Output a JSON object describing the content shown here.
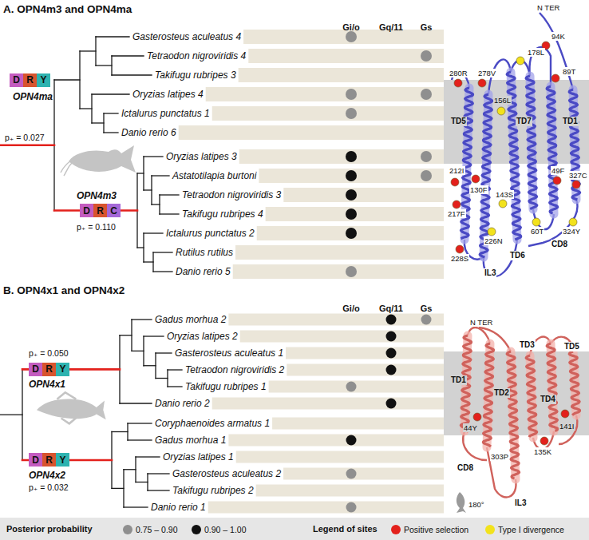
{
  "diagram": {
    "nodes": [
      {
        "text": [
          "D"
        ]
      },
      {
        "text": [
          "R"
        ]
      },
      {
        "text": [
          "Y"
        ]
      },
      {
        "text": [
          "D"
        ]
      },
      {
        "text": [
          "R"
        ]
      },
      {
        "text": [
          "C"
        ]
      },
      {
        "text": [
          "D"
        ]
      },
      {
        "text": [
          "R"
        ]
      },
      {
        "text": [
          "Y"
        ]
      },
      {
        "text": [
          "D"
        ]
      },
      {
        "text": [
          "R"
        ]
      },
      {
        "text": [
          "Y"
        ]
      }
    ],
    "labels": [
      "A. OPN4m3 and OPN4ma",
      "Gi/o",
      "Gq/11",
      "Gs",
      "p₊ = 0.027",
      "OPN4ma",
      "OPN4m3",
      "p₊ = 0.110",
      "Gasterosteus aculeatus 4",
      "Tetraodon nigroviridis 4",
      "Takifugu rubripes 3",
      "Oryzias latipes 4",
      "Ictalurus punctatus 1",
      "Danio rerio 6",
      "Oryzias latipes 3",
      "Astatotilapia burtoni",
      "Tetraodon nigroviridis 3",
      "Takifugu rubripes 4",
      "Ictalurus punctatus 2",
      "Rutilus rutilus",
      "Danio rerio 5",
      "N TER",
      "94K",
      "178L",
      "89T",
      "280R",
      "278V",
      "TD5",
      "156L",
      "TD7",
      "TD1",
      "212I",
      "130F",
      "49F",
      "327C",
      "143S",
      "217F",
      "60T",
      "324Y",
      "CD8",
      "226N",
      "TD6",
      "228S",
      "IL3",
      "B. OPN4x1 and OPN4x2",
      "Gi/o",
      "Gq/11",
      "Gs",
      "p₊ = 0.050",
      "OPN4x1",
      "OPN4x2",
      "p₊ = 0.032",
      "Gadus morhua 2",
      "Oryzias latipes 2",
      "Gasterosteus aculeatus 1",
      "Tetraodon nigroviridis 2",
      "Takifugu rubripes 1",
      "Danio rerio 2",
      "Coryphaenoides armatus 1",
      "Gadus morhua 1",
      "Oryzias latipes 1",
      "Gasterosteus aculeatus 2",
      "Takifugu rubripes 2",
      "Danio rerio 1",
      "N TER",
      "TD3",
      "TD5",
      "TD1",
      "TD2",
      "TD4",
      "44Y",
      "141I",
      "135K",
      "303P",
      "CD8",
      "IL3",
      "180°",
      "Posterior probability",
      "Legend of sites"
    ],
    "legend": [
      {
        "text": "0.75 – 0.90",
        "color": "#8f8f8f"
      },
      {
        "text": "0.90 – 1.00",
        "color": "#111111"
      },
      {
        "text": "Positive selection",
        "color": "#e3211c"
      },
      {
        "text": "Type I divergence",
        "color": "#f2e21c"
      }
    ]
  }
}
